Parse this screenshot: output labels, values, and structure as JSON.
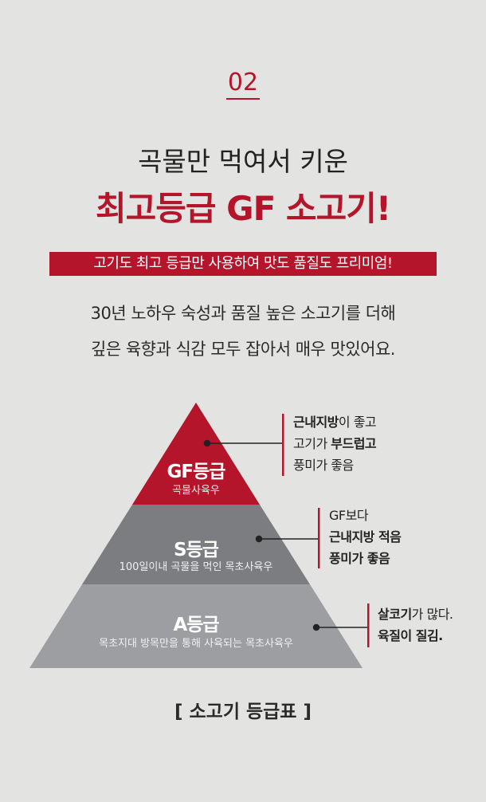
{
  "section_number": "02",
  "headline_line1": "곡물만 먹여서 키운",
  "headline_line2": "최고등급 GF 소고기!",
  "banner": "고기도 최고 등급만 사용하여 맛도 품질도 프리미엄!",
  "description": [
    "30년 노하우 숙성과 품질 높은 소고기를 더해",
    "깊은 육향과 식감 모두 잡아서 매우 맛있어요."
  ],
  "pyramid": {
    "tiers": [
      {
        "title": "GF등급",
        "subtitle": "곡물사육우",
        "color": "#b5152b",
        "notes": [
          [
            "근내지방",
            "이 좋고"
          ],
          [
            "고기가 ",
            "부드럽고"
          ],
          [
            "풍미가 좋음",
            ""
          ]
        ]
      },
      {
        "title": "S등급",
        "subtitle": "100일이내 곡물을 먹인 목초사육우",
        "color": "#7b7d80",
        "notes": [
          [
            "GF보다",
            ""
          ],
          [
            "",
            "근내지방 적음"
          ],
          [
            "",
            "풍미가 좋음"
          ]
        ]
      },
      {
        "title": "A등급",
        "subtitle": "목초지대 방목만을 통해 사육되는 목초사육우",
        "color": "#9c9ea1",
        "notes": [
          [
            "",
            "살코기",
            "가 많다."
          ],
          [
            "",
            "육질이 질김."
          ]
        ]
      }
    ]
  },
  "footer": "[ 소고기 등급표 ]",
  "colors": {
    "accent": "#b5152b",
    "background": "#e3e3e1"
  }
}
